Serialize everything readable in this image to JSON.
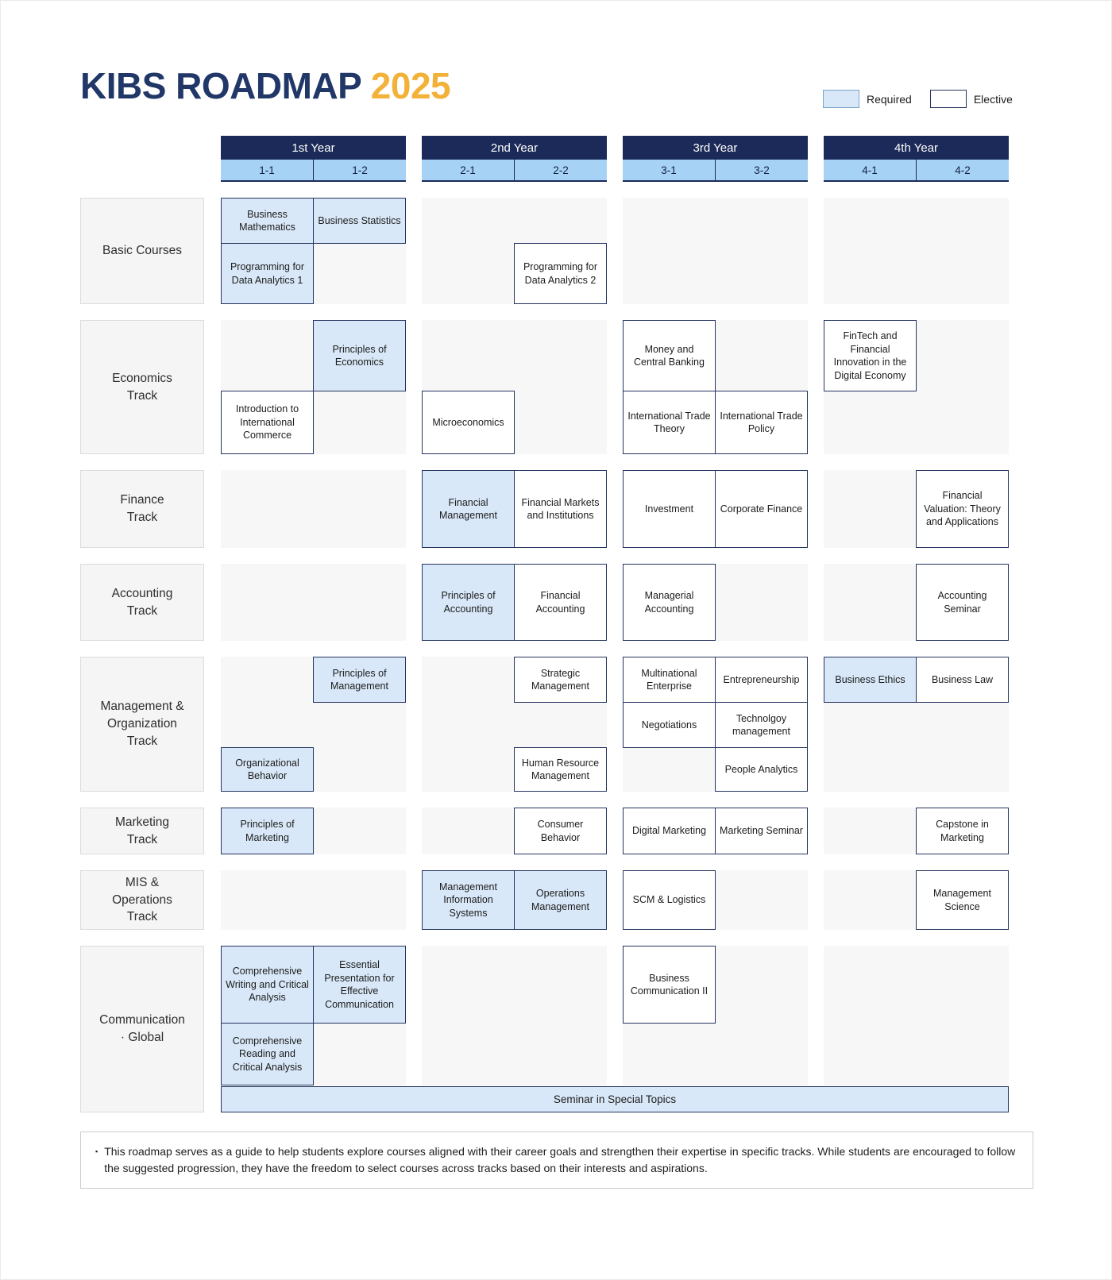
{
  "title": {
    "main": "KIBS ROADMAP",
    "year": "2025"
  },
  "legend": {
    "required_label": "Required",
    "elective_label": "Elective"
  },
  "colors": {
    "header_navy": "#1b2a58",
    "semester_fill": "#a6d2f6",
    "required_fill": "#d9e8f8",
    "elective_fill": "#ffffff",
    "box_border": "#25355f",
    "title_navy": "#203768",
    "title_orange": "#f2b23a"
  },
  "columns": [
    {
      "year": "1st Year",
      "semesters": [
        "1-1",
        "1-2"
      ]
    },
    {
      "year": "2nd Year",
      "semesters": [
        "2-1",
        "2-2"
      ]
    },
    {
      "year": "3rd Year",
      "semesters": [
        "3-1",
        "3-2"
      ]
    },
    {
      "year": "4th Year",
      "semesters": [
        "4-1",
        "4-2"
      ]
    }
  ],
  "tracks": [
    {
      "label": "Basic Courses",
      "courses": [
        {
          "label": "Business Mathematics",
          "type": "required",
          "semester": "1-1"
        },
        {
          "label": "Business Statistics",
          "type": "required",
          "semester": "1-2"
        },
        {
          "label": "Programming for Data Analytics 1",
          "type": "required",
          "semester": "1-1"
        },
        {
          "label": "Programming for Data Analytics 2",
          "type": "elective",
          "semester": "2-2"
        }
      ]
    },
    {
      "label": "Economics\nTrack",
      "courses": [
        {
          "label": "Principles of Economics",
          "type": "required",
          "semester": "1-2"
        },
        {
          "label": "Introduction to International Commerce",
          "type": "elective",
          "semester": "1-1"
        },
        {
          "label": "Microeconomics",
          "type": "elective",
          "semester": "2-1"
        },
        {
          "label": "Money and Central Banking",
          "type": "elective",
          "semester": "3-1"
        },
        {
          "label": "International Trade Theory",
          "type": "elective",
          "semester": "3-1"
        },
        {
          "label": "International Trade Policy",
          "type": "elective",
          "semester": "3-2"
        },
        {
          "label": "FinTech and Financial Innovation in the Digital Economy",
          "type": "elective",
          "semester": "4-1"
        }
      ]
    },
    {
      "label": "Finance\nTrack",
      "courses": [
        {
          "label": "Financial Management",
          "type": "required",
          "semester": "2-1"
        },
        {
          "label": "Financial Markets and Institutions",
          "type": "elective",
          "semester": "2-2"
        },
        {
          "label": "Investment",
          "type": "elective",
          "semester": "3-1"
        },
        {
          "label": "Corporate Finance",
          "type": "elective",
          "semester": "3-2"
        },
        {
          "label": "Financial Valuation: Theory and Applications",
          "type": "elective",
          "semester": "4-2"
        }
      ]
    },
    {
      "label": "Accounting\nTrack",
      "courses": [
        {
          "label": "Principles of Accounting",
          "type": "required",
          "semester": "2-1"
        },
        {
          "label": "Financial Accounting",
          "type": "elective",
          "semester": "2-2"
        },
        {
          "label": "Managerial Accounting",
          "type": "elective",
          "semester": "3-1"
        },
        {
          "label": "Accounting Seminar",
          "type": "elective",
          "semester": "4-2"
        }
      ]
    },
    {
      "label": "Management &\nOrganization\nTrack",
      "courses": [
        {
          "label": "Principles of Management",
          "type": "required",
          "semester": "1-2"
        },
        {
          "label": "Strategic Management",
          "type": "elective",
          "semester": "2-2"
        },
        {
          "label": "Multinational Enterprise",
          "type": "elective",
          "semester": "3-1"
        },
        {
          "label": "Entrepreneurship",
          "type": "elective",
          "semester": "3-2"
        },
        {
          "label": "Business Ethics",
          "type": "required",
          "semester": "4-1"
        },
        {
          "label": "Business Law",
          "type": "elective",
          "semester": "4-2"
        },
        {
          "label": "Negotiations",
          "type": "elective",
          "semester": "3-1"
        },
        {
          "label": "Technolgoy management",
          "type": "elective",
          "semester": "3-2"
        },
        {
          "label": "Organizational Behavior",
          "type": "required",
          "semester": "1-1"
        },
        {
          "label": "Human Resource Management",
          "type": "elective",
          "semester": "2-2"
        },
        {
          "label": "People Analytics",
          "type": "elective",
          "semester": "3-2"
        }
      ]
    },
    {
      "label": "Marketing\nTrack",
      "courses": [
        {
          "label": "Principles of Marketing",
          "type": "required",
          "semester": "1-1"
        },
        {
          "label": "Consumer Behavior",
          "type": "elective",
          "semester": "2-2"
        },
        {
          "label": "Digital Marketing",
          "type": "elective",
          "semester": "3-1"
        },
        {
          "label": "Marketing Seminar",
          "type": "elective",
          "semester": "3-2"
        },
        {
          "label": "Capstone in Marketing",
          "type": "elective",
          "semester": "4-2"
        }
      ]
    },
    {
      "label": "MIS &\nOperations\nTrack",
      "courses": [
        {
          "label": "Management Information Systems",
          "type": "required",
          "semester": "2-1"
        },
        {
          "label": "Operations Management",
          "type": "required",
          "semester": "2-2"
        },
        {
          "label": "SCM & Logistics",
          "type": "elective",
          "semester": "3-1"
        },
        {
          "label": "Management Science",
          "type": "elective",
          "semester": "4-2"
        }
      ]
    },
    {
      "label": "Communication\n· Global",
      "courses": [
        {
          "label": "Comprehensive Writing and Critical Analysis",
          "type": "required",
          "semester": "1-1"
        },
        {
          "label": "Essential Presentation for Effective Communication",
          "type": "required",
          "semester": "1-2"
        },
        {
          "label": "Comprehensive Reading and Critical Analysis",
          "type": "required",
          "semester": "1-1"
        },
        {
          "label": "Business Communication II",
          "type": "elective",
          "semester": "3-1"
        }
      ]
    }
  ],
  "seminar": {
    "label": "Seminar in Special Topics",
    "type": "required"
  },
  "note": {
    "bullet": "▪",
    "text": "This roadmap serves as a guide to help students explore courses aligned with their career goals and strengthen their expertise in specific tracks. While students are encouraged to follow the suggested progression, they have the freedom to select courses across tracks based on their interests and aspirations."
  }
}
